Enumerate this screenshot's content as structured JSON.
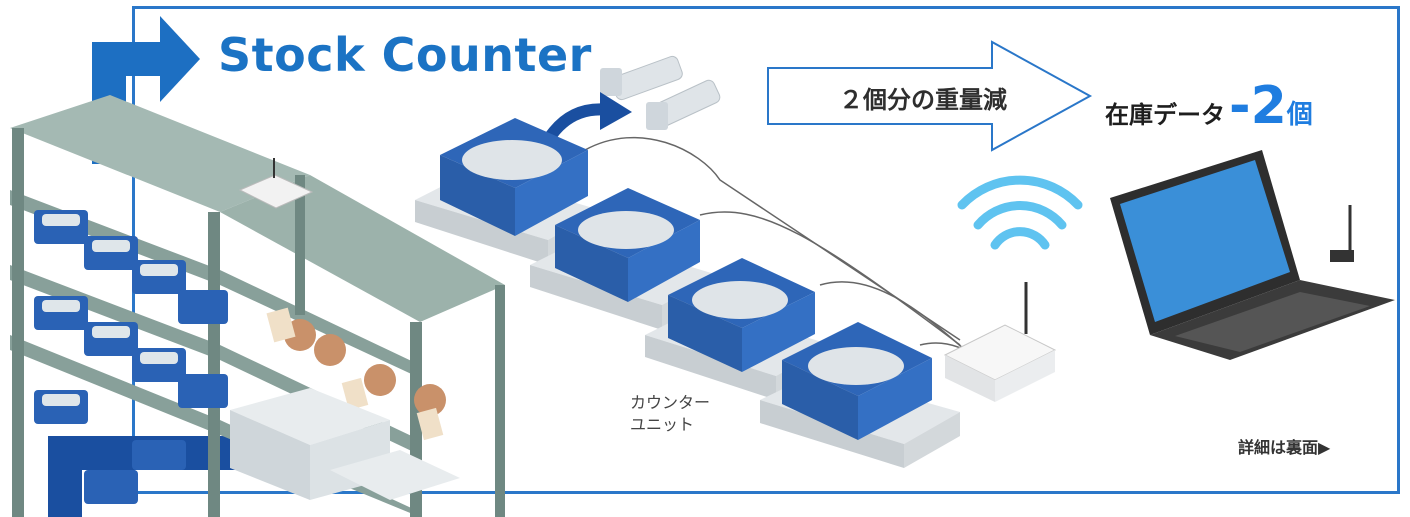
{
  "header": {
    "title": "Stock Counter"
  },
  "flow": {
    "arrow_label": "２個分の重量減"
  },
  "stock": {
    "label": "在庫データ",
    "change": "-2",
    "unit": "個"
  },
  "unit_label": {
    "line1": "カウンター",
    "line2": "ユニット"
  },
  "detail_link": "詳細は裏面▶",
  "colors": {
    "brand_blue": "#1b73c4",
    "accent_blue": "#1f7de0",
    "bin_blue": "#2a62b5",
    "shelf_green": "#8fa8a1",
    "frame_blue": "#2a77c9"
  }
}
